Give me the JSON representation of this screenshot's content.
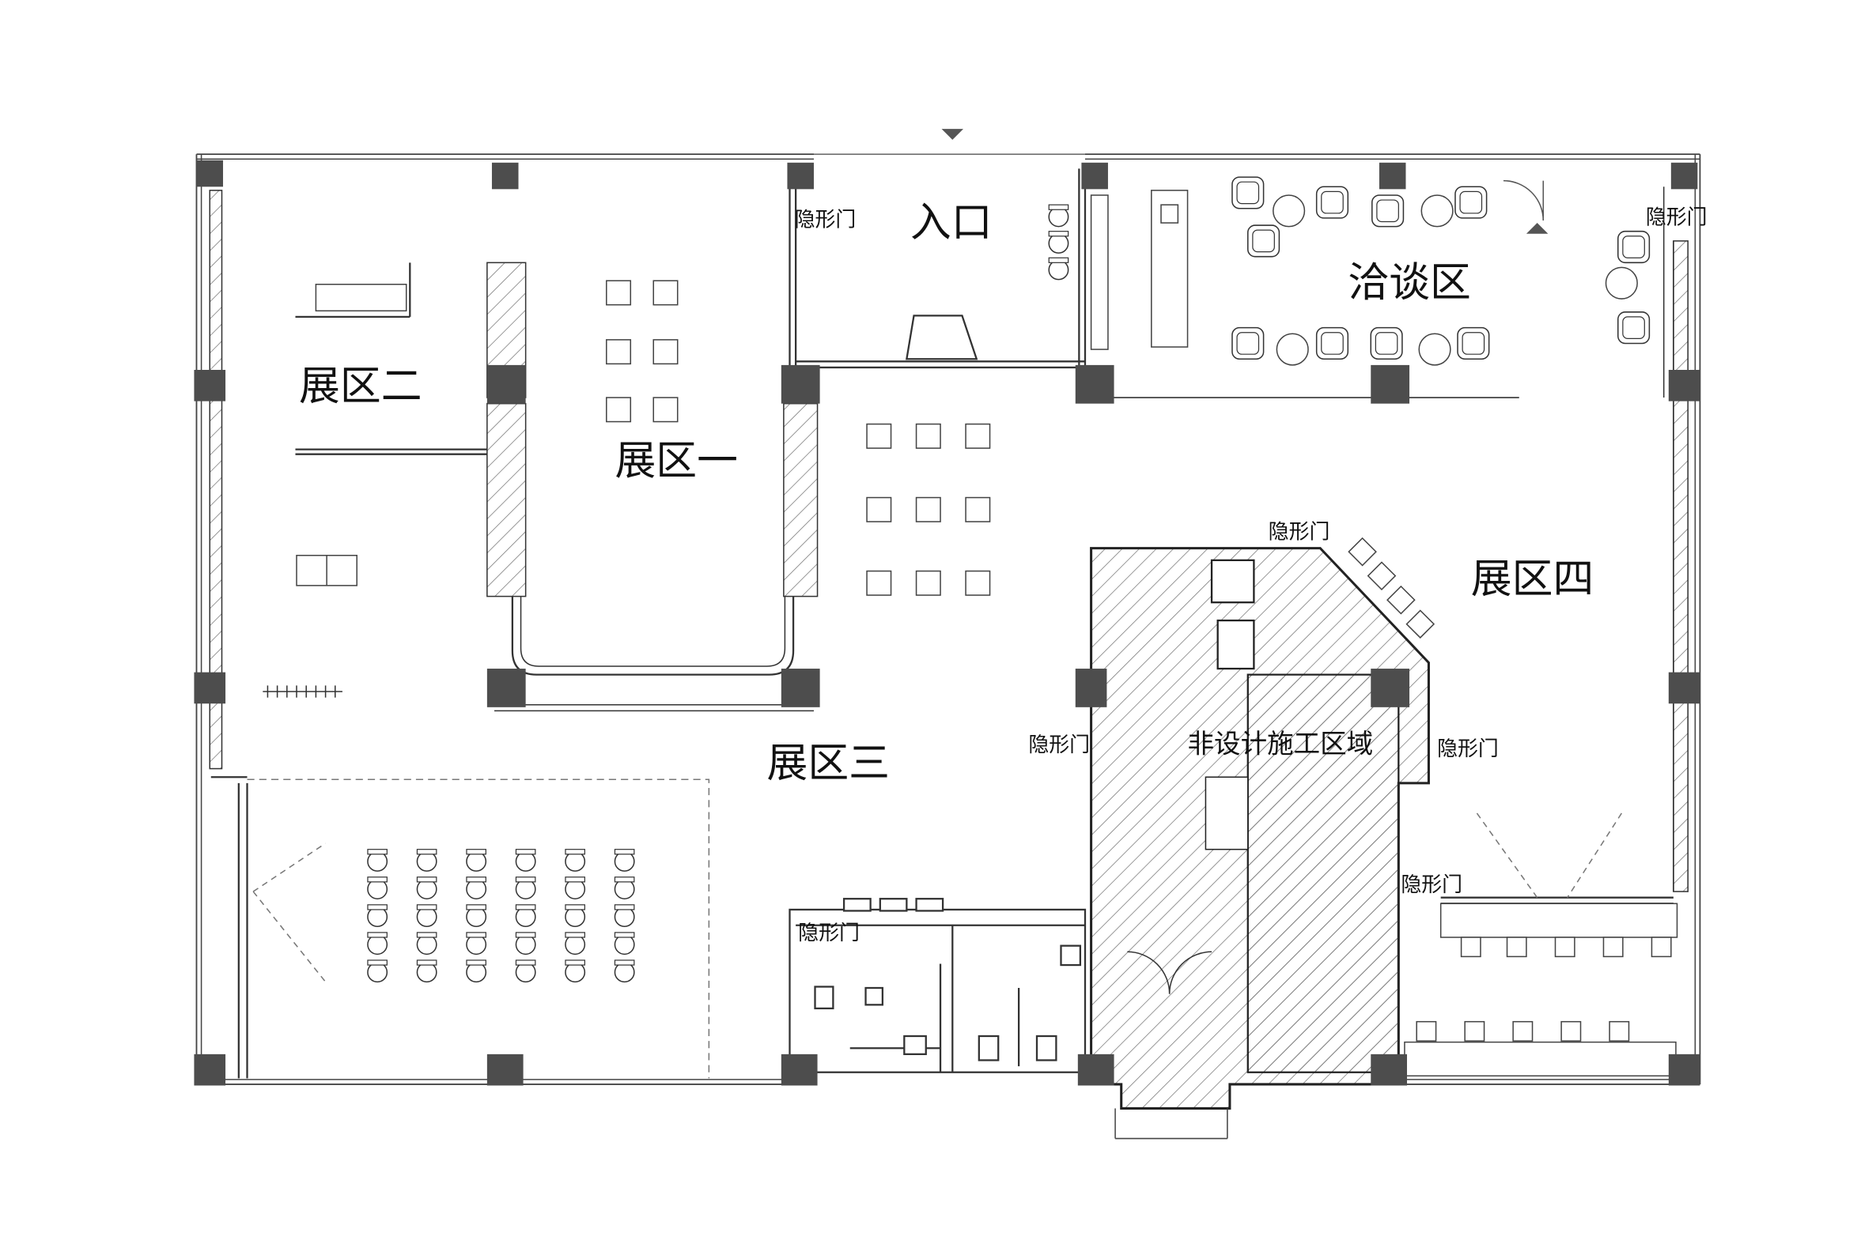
{
  "rooms": {
    "entrance": "入口",
    "meeting": "洽谈区",
    "exhibit1": "展区一",
    "exhibit2": "展区二",
    "exhibit3": "展区三",
    "exhibit4": "展区四",
    "non_design": "非设计施工区域"
  },
  "hidden_doors": [
    "隐形门",
    "隐形门",
    "隐形门",
    "隐形门",
    "隐形门",
    "隐形门",
    "隐形门"
  ]
}
